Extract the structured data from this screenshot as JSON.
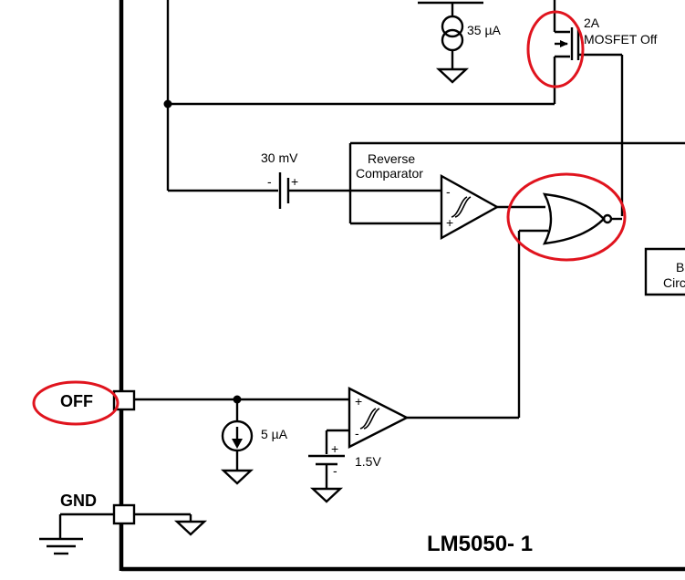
{
  "labels": {
    "current_35": "35 µA",
    "mosfet_off_line1": "2A",
    "mosfet_off_line2": "MOSFET Off",
    "cap_30mv": "30 mV",
    "reverse_line1": "Reverse",
    "reverse_line2": "Comparator",
    "neg_sign": "-",
    "pos_sign": "+",
    "current_5": "5 µA",
    "voltage_1v5": "1.5V",
    "pin_off": "OFF",
    "pin_gnd": "GND",
    "chip_name": "LM5050- 1",
    "block_partial_1": "B",
    "block_partial_2": "Circ"
  },
  "colors": {
    "wire": "#000000",
    "highlight": "#e0141e",
    "background": "#ffffff"
  }
}
